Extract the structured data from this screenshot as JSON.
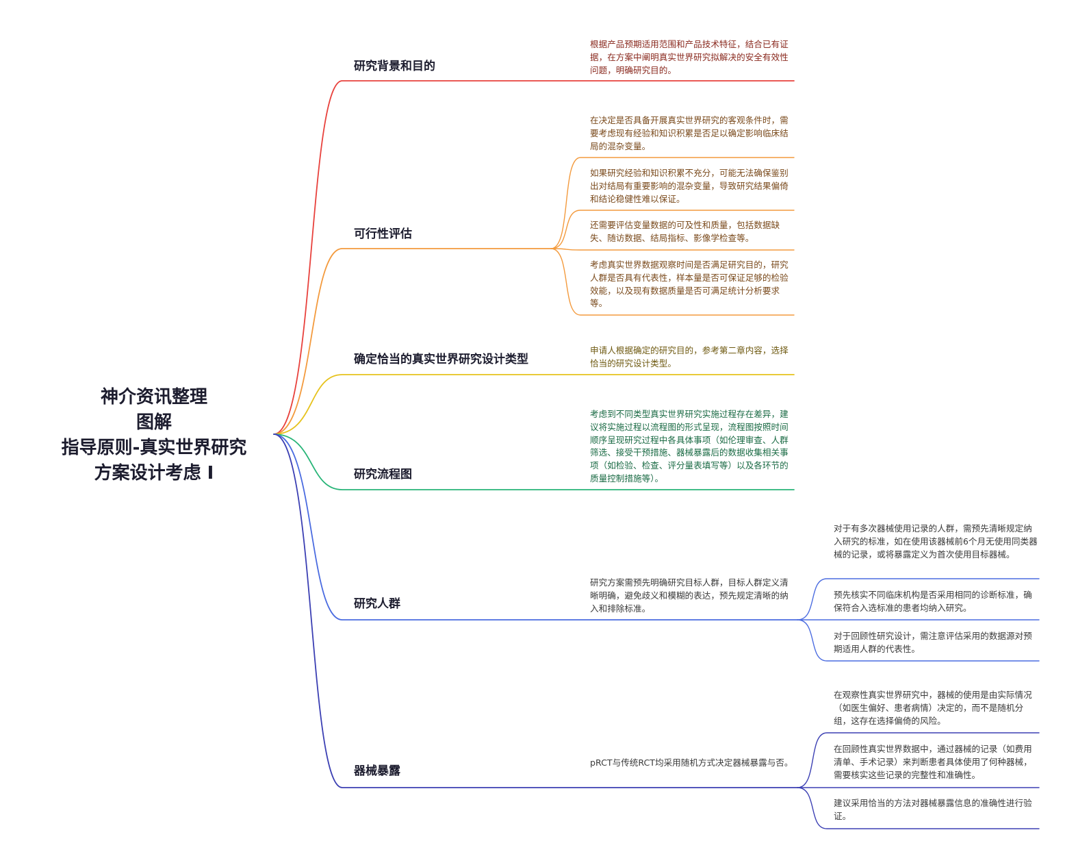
{
  "root": {
    "lines": [
      "神介资讯整理",
      "图解",
      "指导原则-真实世界研究",
      "方案设计考虑 I"
    ]
  },
  "colors": {
    "red": "#e8413c",
    "orange": "#f39a3d",
    "yellow": "#e6c21d",
    "green": "#27b477",
    "blue": "#4a6be0",
    "indigo": "#3b3fb3",
    "text_red": "#8a2a1f",
    "text_orange": "#7a4a1c",
    "text_yellow": "#6f5a12",
    "text_green": "#1b6b45",
    "text_dark": "#3a3a3a"
  },
  "branches": [
    {
      "label": "研究背景和目的",
      "notes": [
        "根据产品预期适用范围和产品技术特征，结合已有证据，在方案中阐明真实世界研究拟解决的安全有效性问题，明确研究目的。"
      ]
    },
    {
      "label": "可行性评估",
      "notes": [
        "在决定是否具备开展真实世界研究的客观条件时，需要考虑现有经验和知识积累是否足以确定影响临床结局的混杂变量。",
        "如果研究经验和知识积累不充分，可能无法确保鉴别出对结局有重要影响的混杂变量，导致研究结果偏倚和结论稳健性难以保证。",
        "还需要评估变量数据的可及性和质量，包括数据缺失、随访数据、结局指标、影像学检查等。",
        "考虑真实世界数据观察时间是否满足研究目的，研究人群是否具有代表性，样本量是否可保证足够的检验效能，以及现有数据质量是否可满足统计分析要求等。"
      ]
    },
    {
      "label": "确定恰当的真实世界研究设计类型",
      "notes": [
        "申请人根据确定的研究目的，参考第二章内容，选择恰当的研究设计类型。"
      ]
    },
    {
      "label": "研究流程图",
      "notes": [
        "考虑到不同类型真实世界研究实施过程存在差异，建议将实施过程以流程图的形式呈现，流程图按照时间顺序呈现研究过程中各具体事项（如伦理审查、人群筛选、接受干预措施、器械暴露后的数据收集相关事项（如检验、检查、评分量表填写等）以及各环节的质量控制措施等）。"
      ]
    },
    {
      "label": "研究人群",
      "notes": [
        "研究方案需预先明确研究目标人群，目标人群定义清晰明确，避免歧义和模糊的表达，预先规定清晰的纳入和排除标准。"
      ],
      "subnotes": [
        "对于有多次器械使用记录的人群，需预先清晰规定纳入研究的标准，如在使用该器械前6个月无使用同类器械的记录，或将暴露定义为首次使用目标器械。",
        "预先核实不同临床机构是否采用相同的诊断标准，确保符合入选标准的患者均纳入研究。",
        "对于回顾性研究设计，需注意评估采用的数据源对预期适用人群的代表性。"
      ]
    },
    {
      "label": "器械暴露",
      "notes": [
        "pRCT与传统RCT均采用随机方式决定器械暴露与否。"
      ],
      "subnotes": [
        "在观察性真实世界研究中，器械的使用是由实际情况（如医生偏好、患者病情）决定的，而不是随机分组，这存在选择偏倚的风险。",
        "在回顾性真实世界数据中，通过器械的记录（如费用清单、手术记录）来判断患者具体使用了何种器械，需要核实这些记录的完整性和准确性。",
        "建议采用恰当的方法对器械暴露信息的准确性进行验证。"
      ]
    }
  ]
}
